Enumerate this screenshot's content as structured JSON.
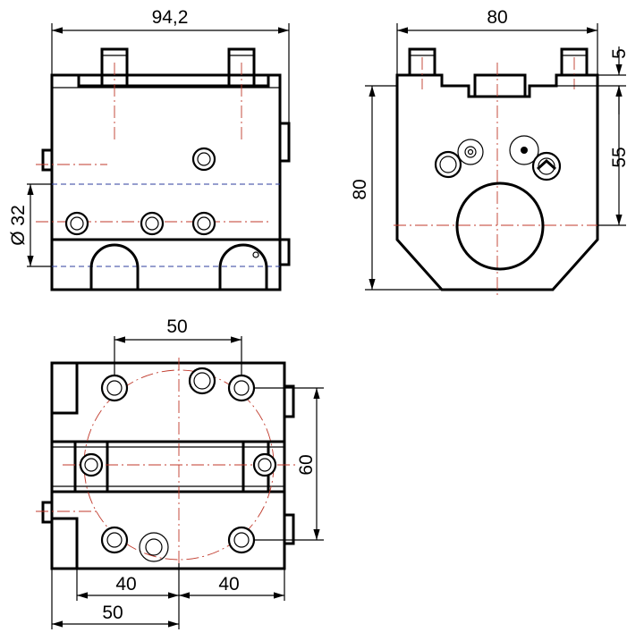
{
  "drawing": {
    "front_view": {
      "width_dim": "94,2",
      "bore_dim": "Ø 32"
    },
    "side_view": {
      "width_dim": "80",
      "height_dim": "80",
      "top_offset_dim": "5",
      "center_height_dim": "55"
    },
    "top_view": {
      "hole_spacing_x": "50",
      "hole_spacing_y": "60",
      "offset_left": "40",
      "offset_right": "40",
      "offset_bottom": "50"
    }
  }
}
